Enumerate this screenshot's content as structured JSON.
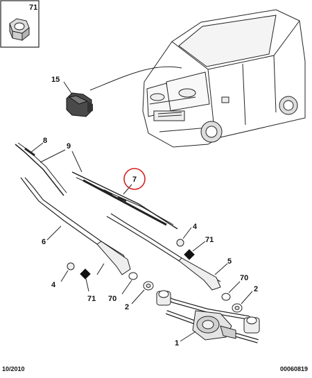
{
  "inset": {
    "label": "71"
  },
  "callouts": {
    "c15": "15",
    "c8": "8",
    "c9": "9",
    "c7": "7",
    "c6": "6",
    "c4a": "4",
    "c71a": "71",
    "c5": "5",
    "c4b": "4",
    "c71b": "71",
    "c70a": "70",
    "c2a": "2",
    "c70b": "70",
    "c2b": "2",
    "c1": "1"
  },
  "footer": {
    "date": "10/2010",
    "ref": "00060819"
  },
  "colors": {
    "highlight_circle": "#d42020",
    "line": "#222222",
    "background": "#ffffff"
  }
}
